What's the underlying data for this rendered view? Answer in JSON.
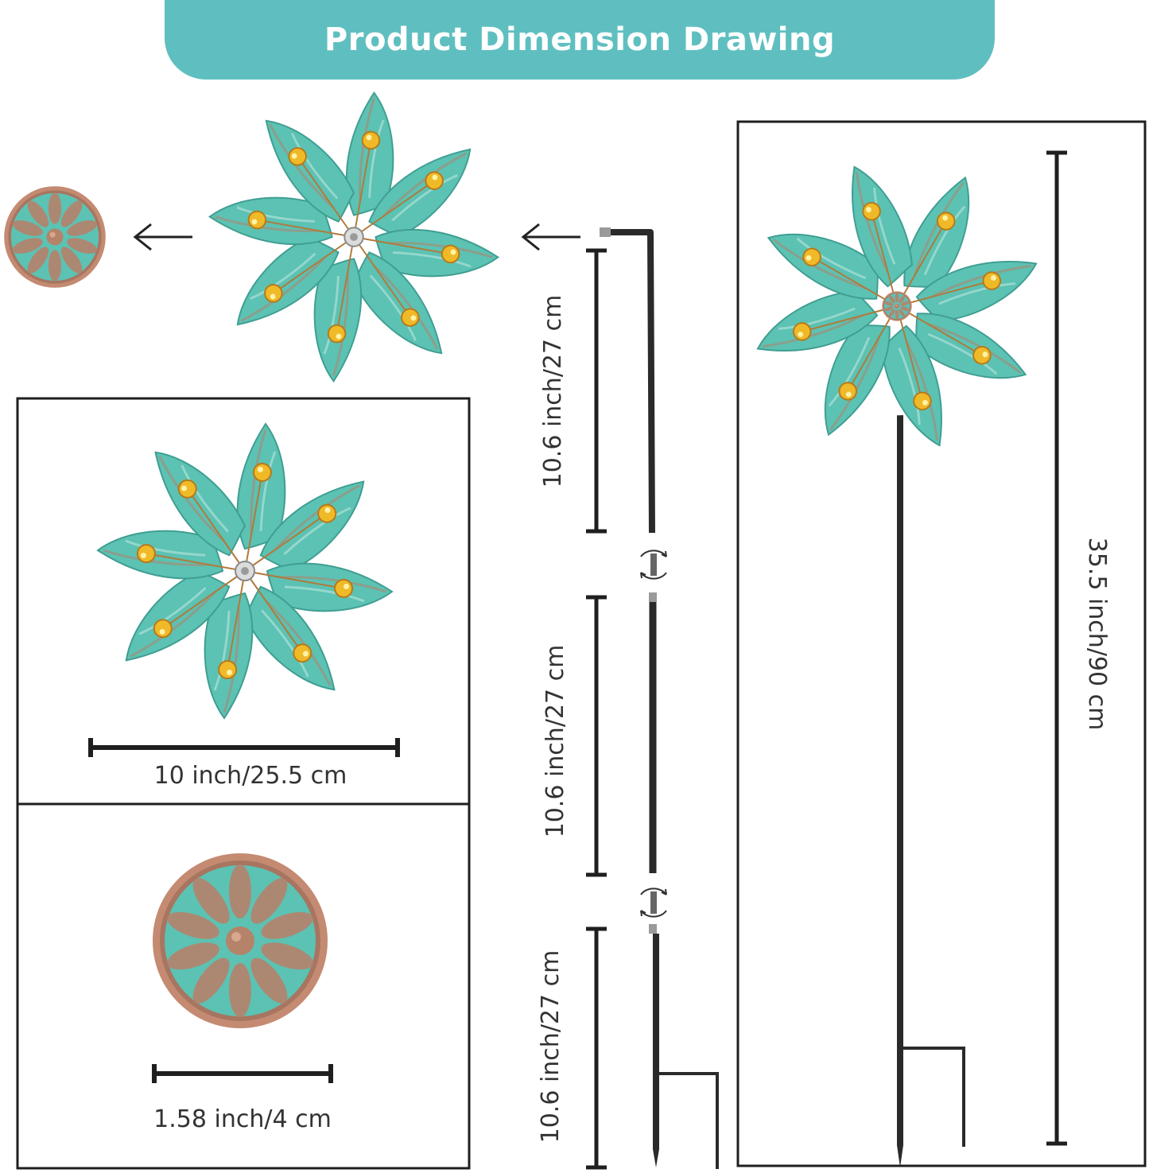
{
  "header": {
    "title": "Product Dimension Drawing"
  },
  "colors": {
    "banner": "#5fbfc0",
    "blade_teal": "#5cc2b3",
    "blade_dark": "#3f9e92",
    "copper": "#b5826a",
    "jewel": "#f0b928",
    "pole": "#2a2a2a"
  },
  "dimensions": {
    "spinner_width": "10 inch/25.5 cm",
    "cap_width": "1.58 inch/4 cm",
    "pole_section_1": "10.6 inch/27 cm",
    "pole_section_2": "10.6 inch/27 cm",
    "pole_section_3": "10.6 inch/27 cm",
    "total_height": "35.5 inch/90 cm"
  },
  "icons": {
    "arrow": "arrow-left-icon",
    "twist": "rotate-connect-icon",
    "cap": "cap-icon",
    "spinner": "pinwheel-icon"
  }
}
